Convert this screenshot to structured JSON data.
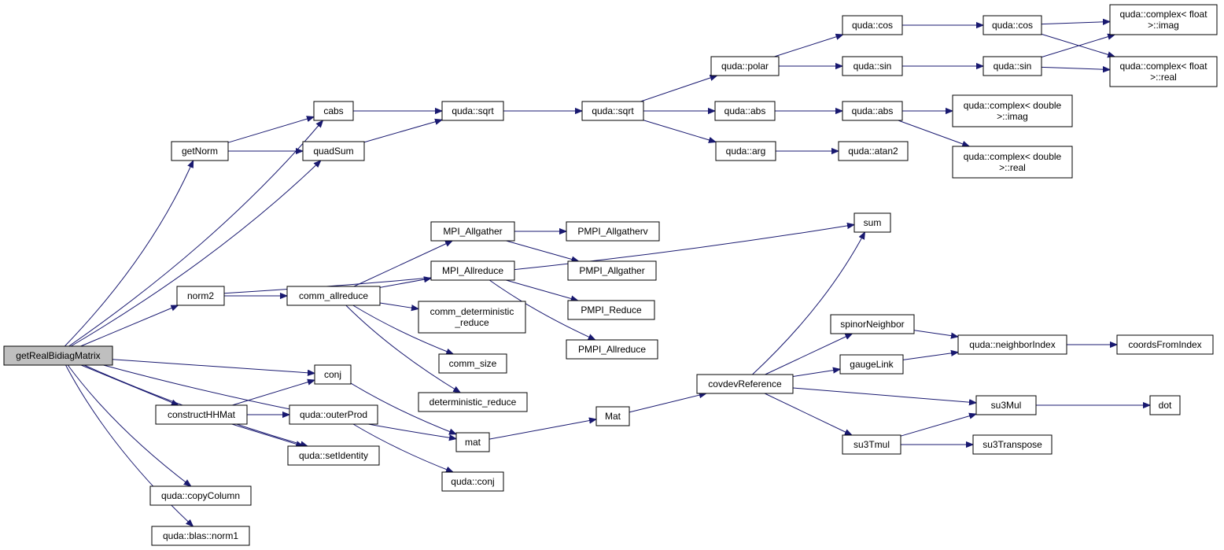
{
  "graph": {
    "nodes": [
      {
        "id": "root",
        "lines": [
          "getRealBidiagMatrix"
        ]
      },
      {
        "id": "cabs",
        "lines": [
          "cabs"
        ]
      },
      {
        "id": "getNorm",
        "lines": [
          "getNorm"
        ]
      },
      {
        "id": "quadSum",
        "lines": [
          "quadSum"
        ]
      },
      {
        "id": "q_sqrt1",
        "lines": [
          "quda::sqrt"
        ]
      },
      {
        "id": "q_sqrt2",
        "lines": [
          "quda::sqrt"
        ]
      },
      {
        "id": "q_polar",
        "lines": [
          "quda::polar"
        ]
      },
      {
        "id": "q_abs1",
        "lines": [
          "quda::abs"
        ]
      },
      {
        "id": "q_arg",
        "lines": [
          "quda::arg"
        ]
      },
      {
        "id": "q_cos1",
        "lines": [
          "quda::cos"
        ]
      },
      {
        "id": "q_sin1",
        "lines": [
          "quda::sin"
        ]
      },
      {
        "id": "q_abs2",
        "lines": [
          "quda::abs"
        ]
      },
      {
        "id": "q_atan2",
        "lines": [
          "quda::atan2"
        ]
      },
      {
        "id": "q_cos2",
        "lines": [
          "quda::cos"
        ]
      },
      {
        "id": "q_sin2",
        "lines": [
          "quda::sin"
        ]
      },
      {
        "id": "cf_imag",
        "lines": [
          "quda::complex< float",
          ">::imag"
        ]
      },
      {
        "id": "cf_real",
        "lines": [
          "quda::complex< float",
          ">::real"
        ]
      },
      {
        "id": "cd_imag",
        "lines": [
          "quda::complex< double",
          ">::imag"
        ]
      },
      {
        "id": "cd_real",
        "lines": [
          "quda::complex< double",
          ">::real"
        ]
      },
      {
        "id": "norm2",
        "lines": [
          "norm2"
        ]
      },
      {
        "id": "comm_allreduce",
        "lines": [
          "comm_allreduce"
        ]
      },
      {
        "id": "mpi_allgather",
        "lines": [
          "MPI_Allgather"
        ]
      },
      {
        "id": "mpi_allreduce",
        "lines": [
          "MPI_Allreduce"
        ]
      },
      {
        "id": "comm_det_reduce",
        "lines": [
          "comm_deterministic",
          "_reduce"
        ]
      },
      {
        "id": "comm_size",
        "lines": [
          "comm_size"
        ]
      },
      {
        "id": "det_reduce",
        "lines": [
          "deterministic_reduce"
        ]
      },
      {
        "id": "pmpi_allgatherv",
        "lines": [
          "PMPI_Allgatherv"
        ]
      },
      {
        "id": "pmpi_allgather",
        "lines": [
          "PMPI_Allgather"
        ]
      },
      {
        "id": "pmpi_reduce",
        "lines": [
          "PMPI_Reduce"
        ]
      },
      {
        "id": "pmpi_allreduce",
        "lines": [
          "PMPI_Allreduce"
        ]
      },
      {
        "id": "sum",
        "lines": [
          "sum"
        ]
      },
      {
        "id": "conj",
        "lines": [
          "conj"
        ]
      },
      {
        "id": "constructHHMat",
        "lines": [
          "constructHHMat"
        ]
      },
      {
        "id": "q_outerProd",
        "lines": [
          "quda::outerProd"
        ]
      },
      {
        "id": "q_setIdentity",
        "lines": [
          "quda::setIdentity"
        ]
      },
      {
        "id": "mat",
        "lines": [
          "mat"
        ]
      },
      {
        "id": "q_conj",
        "lines": [
          "quda::conj"
        ]
      },
      {
        "id": "q_copyColumn",
        "lines": [
          "quda::copyColumn"
        ]
      },
      {
        "id": "q_blas_norm1",
        "lines": [
          "quda::blas::norm1"
        ]
      },
      {
        "id": "Mat",
        "lines": [
          "Mat"
        ]
      },
      {
        "id": "covdevReference",
        "lines": [
          "covdevReference"
        ]
      },
      {
        "id": "spinorNeighbor",
        "lines": [
          "spinorNeighbor"
        ]
      },
      {
        "id": "gaugeLink",
        "lines": [
          "gaugeLink"
        ]
      },
      {
        "id": "q_neighborIndex",
        "lines": [
          "quda::neighborIndex"
        ]
      },
      {
        "id": "coordsFromIndex",
        "lines": [
          "coordsFromIndex"
        ]
      },
      {
        "id": "su3Mul",
        "lines": [
          "su3Mul"
        ]
      },
      {
        "id": "su3Tmul",
        "lines": [
          "su3Tmul"
        ]
      },
      {
        "id": "su3Transpose",
        "lines": [
          "su3Transpose"
        ]
      },
      {
        "id": "dot",
        "lines": [
          "dot"
        ]
      }
    ],
    "edges": [
      [
        "root",
        "cabs"
      ],
      [
        "root",
        "getNorm"
      ],
      [
        "root",
        "quadSum"
      ],
      [
        "root",
        "norm2"
      ],
      [
        "root",
        "conj"
      ],
      [
        "root",
        "constructHHMat"
      ],
      [
        "root",
        "q_setIdentity"
      ],
      [
        "root",
        "mat"
      ],
      [
        "root",
        "q_copyColumn"
      ],
      [
        "root",
        "q_blas_norm1"
      ],
      [
        "getNorm",
        "cabs"
      ],
      [
        "getNorm",
        "quadSum"
      ],
      [
        "cabs",
        "q_sqrt1"
      ],
      [
        "quadSum",
        "q_sqrt1"
      ],
      [
        "q_sqrt1",
        "q_sqrt2"
      ],
      [
        "q_sqrt2",
        "q_polar"
      ],
      [
        "q_sqrt2",
        "q_abs1"
      ],
      [
        "q_sqrt2",
        "q_arg"
      ],
      [
        "q_polar",
        "q_cos1"
      ],
      [
        "q_polar",
        "q_sin1"
      ],
      [
        "q_abs1",
        "q_abs2"
      ],
      [
        "q_arg",
        "q_atan2"
      ],
      [
        "q_cos1",
        "q_cos2"
      ],
      [
        "q_sin1",
        "q_sin2"
      ],
      [
        "q_cos2",
        "cf_imag"
      ],
      [
        "q_cos2",
        "cf_real"
      ],
      [
        "q_sin2",
        "cf_imag"
      ],
      [
        "q_sin2",
        "cf_real"
      ],
      [
        "q_abs2",
        "cd_imag"
      ],
      [
        "q_abs2",
        "cd_real"
      ],
      [
        "norm2",
        "sum"
      ],
      [
        "norm2",
        "comm_allreduce"
      ],
      [
        "comm_allreduce",
        "mpi_allgather"
      ],
      [
        "comm_allreduce",
        "mpi_allreduce"
      ],
      [
        "comm_allreduce",
        "comm_det_reduce"
      ],
      [
        "comm_allreduce",
        "comm_size"
      ],
      [
        "comm_allreduce",
        "det_reduce"
      ],
      [
        "mpi_allgather",
        "pmpi_allgatherv"
      ],
      [
        "mpi_allgather",
        "pmpi_allgather"
      ],
      [
        "mpi_allreduce",
        "pmpi_reduce"
      ],
      [
        "mpi_allreduce",
        "pmpi_allreduce"
      ],
      [
        "constructHHMat",
        "conj"
      ],
      [
        "constructHHMat",
        "q_outerProd"
      ],
      [
        "constructHHMat",
        "q_setIdentity"
      ],
      [
        "conj",
        "mat"
      ],
      [
        "q_outerProd",
        "q_conj"
      ],
      [
        "mat",
        "Mat"
      ],
      [
        "Mat",
        "covdevReference"
      ],
      [
        "covdevReference",
        "sum"
      ],
      [
        "covdevReference",
        "spinorNeighbor"
      ],
      [
        "covdevReference",
        "gaugeLink"
      ],
      [
        "covdevReference",
        "su3Mul"
      ],
      [
        "covdevReference",
        "su3Tmul"
      ],
      [
        "spinorNeighbor",
        "q_neighborIndex"
      ],
      [
        "gaugeLink",
        "q_neighborIndex"
      ],
      [
        "q_neighborIndex",
        "coordsFromIndex"
      ],
      [
        "su3Tmul",
        "su3Mul"
      ],
      [
        "su3Tmul",
        "su3Transpose"
      ],
      [
        "su3Mul",
        "dot"
      ]
    ]
  }
}
